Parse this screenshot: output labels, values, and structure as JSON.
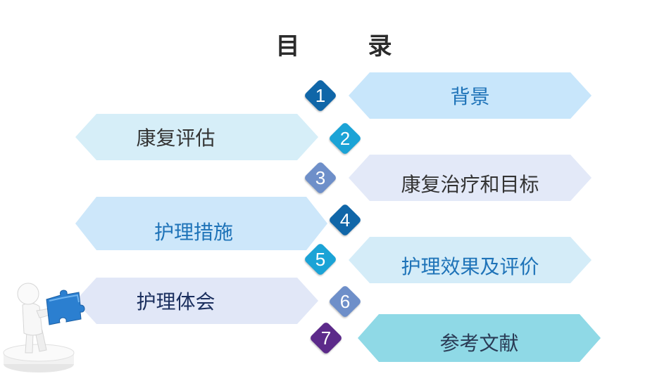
{
  "title": {
    "part1": "目",
    "part2": "录"
  },
  "items": [
    {
      "num": "1",
      "label": "背景",
      "badge_color": "#1066a8",
      "banner_color": "#c8e6fb",
      "text_color": "#1e73b8"
    },
    {
      "num": "2",
      "label": "康复评估",
      "badge_color": "#1ba3d6",
      "banner_color": "#d6eef8",
      "text_color": "#333333"
    },
    {
      "num": "3",
      "label": "康复治疗和目标",
      "badge_color": "#6e8fc9",
      "banner_color": "#e3e9f8",
      "text_color": "#333333"
    },
    {
      "num": "4",
      "label": "护理措施",
      "badge_color": "#1066a8",
      "banner_color": "#cde7fa",
      "text_color": "#1e73b8"
    },
    {
      "num": "5",
      "label": "护理效果及评价",
      "badge_color": "#1ba3d6",
      "banner_color": "#d4ecf8",
      "text_color": "#1e73b8"
    },
    {
      "num": "6",
      "label": "护理体会",
      "badge_color": "#6e8fc9",
      "banner_color": "#e1e7f7",
      "text_color": "#1b2f5e"
    },
    {
      "num": "7",
      "label": "参考文献",
      "badge_color": "#5c2a8a",
      "banner_color": "#8fd9e6",
      "text_color": "#2a3b55"
    }
  ],
  "icons": {
    "figure": "person-with-puzzle-piece-icon"
  }
}
